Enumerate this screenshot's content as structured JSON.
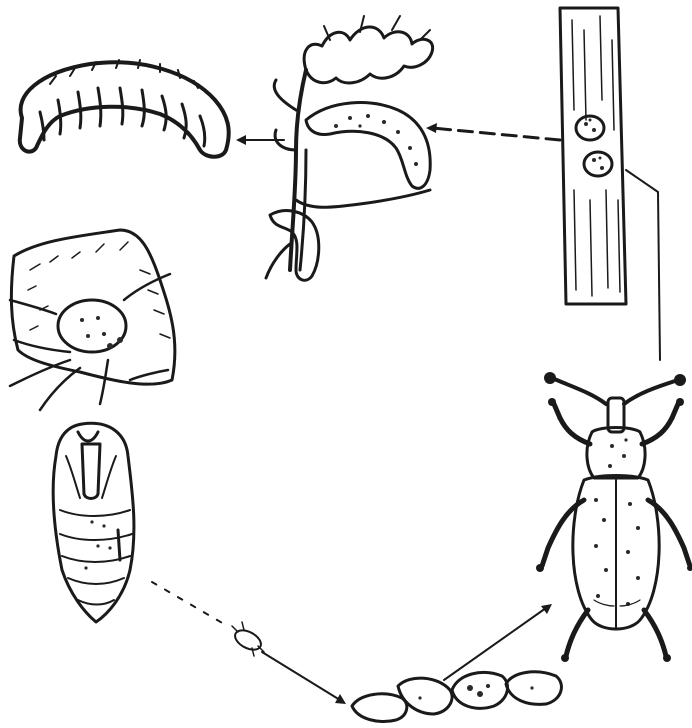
{
  "diagram": {
    "stages": [
      {
        "key": "larva",
        "icon": "larva-icon"
      },
      {
        "key": "infested-shoot",
        "icon": "infested-shoot-icon"
      },
      {
        "key": "egg-scars-on-stem",
        "icon": "stem-egg-scars-icon"
      },
      {
        "key": "adult-weevil",
        "icon": "weevil-icon"
      },
      {
        "key": "soil-clods",
        "icon": "soil-clods-icon"
      },
      {
        "key": "small-insect-on-ground",
        "icon": "small-insect-icon"
      },
      {
        "key": "pupa",
        "icon": "pupa-icon"
      },
      {
        "key": "pupal-cell-in-root",
        "icon": "root-cell-icon"
      }
    ],
    "colors": {
      "ink": "#1a1a1a",
      "paper": "#ffffff"
    }
  }
}
